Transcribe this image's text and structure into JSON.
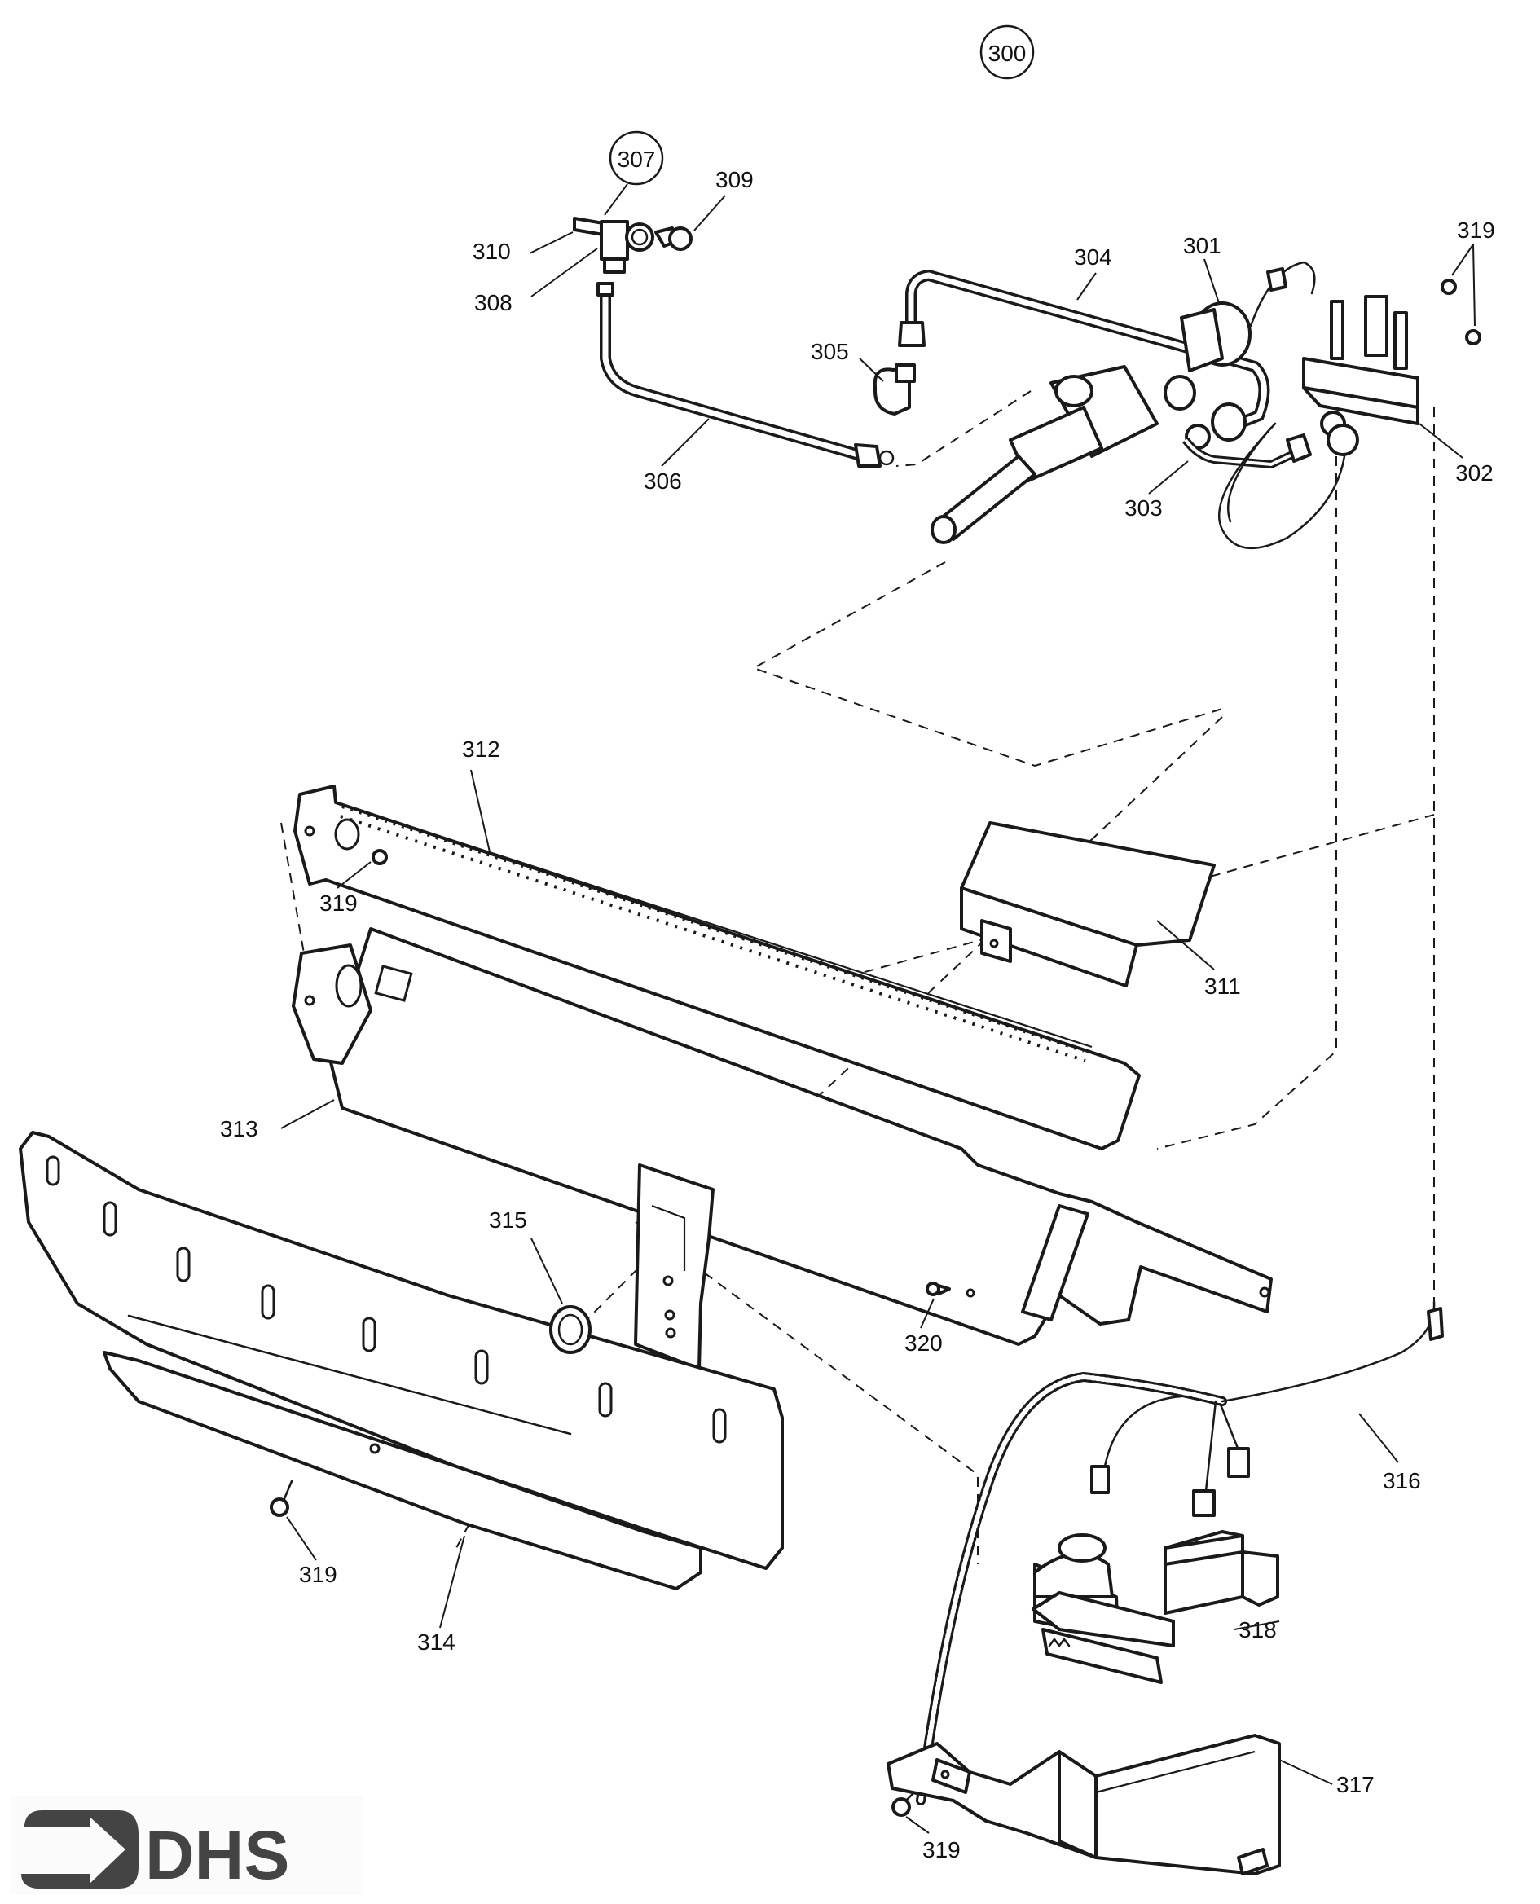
{
  "diagram": {
    "title_callout": "300",
    "assembly_callout": "307",
    "labels": {
      "p301": "301",
      "p302": "302",
      "p303": "303",
      "p304": "304",
      "p305": "305",
      "p306": "306",
      "p308": "308",
      "p309": "309",
      "p310": "310",
      "p311": "311",
      "p312": "312",
      "p313": "313",
      "p314": "314",
      "p315": "315",
      "p316": "316",
      "p317": "317",
      "p318": "318",
      "p319_top": "319",
      "p319_burner": "319",
      "p319_shield": "319",
      "p319_bottom": "319",
      "p320": "320"
    },
    "logo_text": "DHS",
    "logo_color": "#444444"
  }
}
